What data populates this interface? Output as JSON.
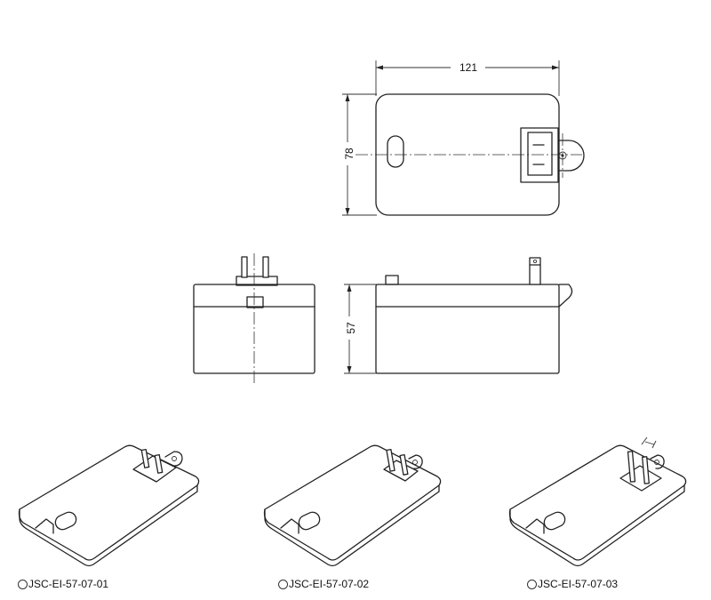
{
  "dimensions": {
    "width": "121",
    "height": "78",
    "depth": "57"
  },
  "models": [
    {
      "code": "JSC-EI-57-07-01"
    },
    {
      "code": "JSC-EI-57-07-02"
    },
    {
      "code": "JSC-EI-57-07-03"
    }
  ],
  "colors": {
    "line": "#222222",
    "background": "#ffffff"
  }
}
